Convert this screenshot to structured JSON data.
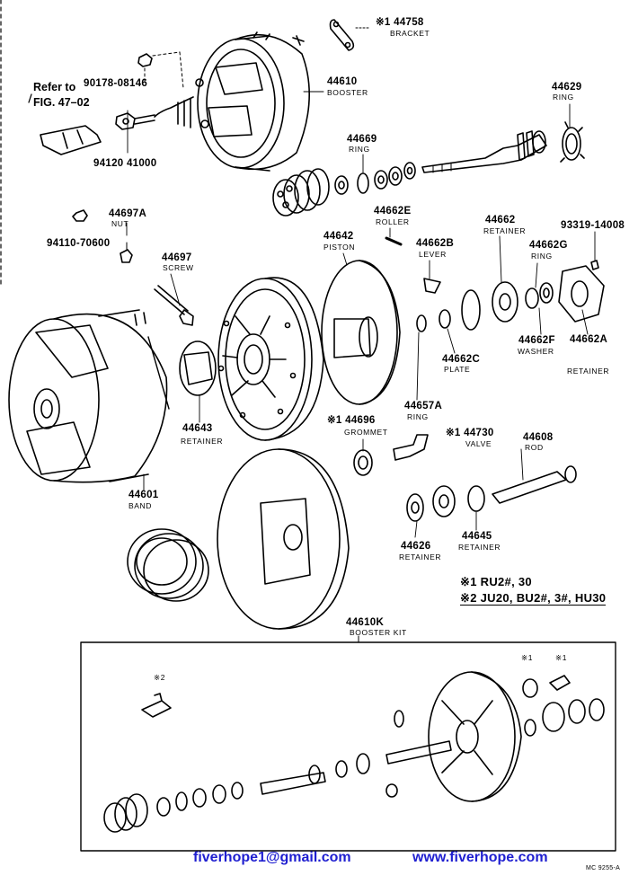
{
  "reference": {
    "line1": "Refer to",
    "line2": "FIG. 47–02"
  },
  "parts": {
    "p44758": {
      "number": "※1 44758",
      "name": "BRACKET"
    },
    "p90178": {
      "number": "90178-08146"
    },
    "p44610": {
      "number": "44610",
      "name": "BOOSTER"
    },
    "p94120": {
      "number": "94120 41000"
    },
    "p44629": {
      "number": "44629",
      "name": "RING"
    },
    "p44669": {
      "number": "44669",
      "name": "RING"
    },
    "p44697a": {
      "number": "44697A",
      "name": "NUT"
    },
    "p94110": {
      "number": "94110-70600"
    },
    "p44697": {
      "number": "44697",
      "name": "SCREW"
    },
    "p44662e": {
      "number": "44662E",
      "name": "ROLLER"
    },
    "p44642": {
      "number": "44642",
      "name": "PISTON"
    },
    "p44662b": {
      "number": "44662B",
      "name": "LEVER"
    },
    "p44662": {
      "number": "44662",
      "name": "RETAINER"
    },
    "p93319": {
      "number": "93319-14008"
    },
    "p44662g": {
      "number": "44662G",
      "name": "RING"
    },
    "p44662f": {
      "number": "44662F",
      "name": "WASHER"
    },
    "p44662a": {
      "number": "44662A",
      "name": "RETAINER"
    },
    "p44662c": {
      "number": "44662C",
      "name": "PLATE"
    },
    "p44643": {
      "number": "44643",
      "name": "RETAINER"
    },
    "p44657a": {
      "number": "44657A",
      "name": "RING"
    },
    "p44696": {
      "number": "※1 44696",
      "name": "GROMMET"
    },
    "p44730": {
      "number": "※1 44730",
      "name": "VALVE"
    },
    "p44608": {
      "number": "44608",
      "name": "ROD"
    },
    "p44601": {
      "number": "44601",
      "name": "BAND"
    },
    "p44626": {
      "number": "44626",
      "name": "RETAINER"
    },
    "p44645": {
      "number": "44645",
      "name": "RETAINER"
    },
    "p44610k": {
      "number": "44610K",
      "name": "BOOSTER KIT"
    }
  },
  "notes": {
    "note1": "※1 RU2#, 30",
    "note2": "※2 JU20, BU2#, 3#, HU30"
  },
  "kit_marks": {
    "m1a": "※1",
    "m1b": "※1",
    "m2": "※2"
  },
  "footer": {
    "email": "fiverhope1@gmail.com",
    "website": "www.fiverhope.com",
    "code": "MC 9255-A"
  }
}
